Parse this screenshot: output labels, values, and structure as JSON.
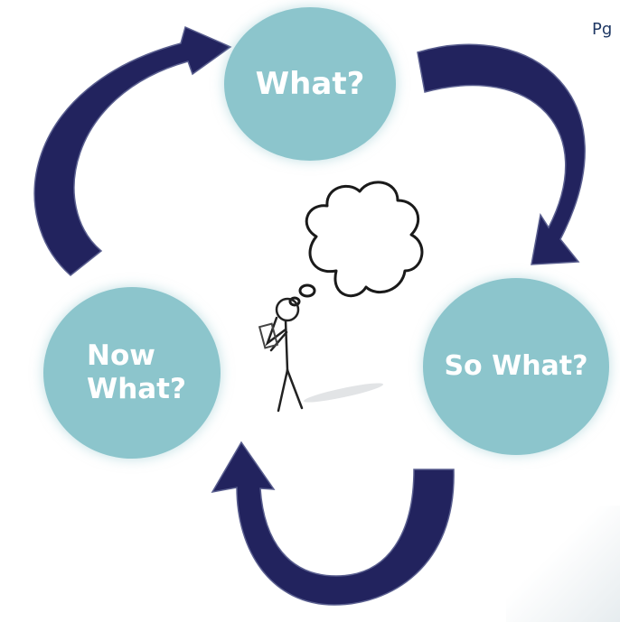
{
  "page_ref": "Pg",
  "nodes": {
    "what": {
      "label": "What?"
    },
    "so_what": {
      "label": "So What?"
    },
    "now_what": {
      "line1": "Now",
      "line2": "What?"
    }
  },
  "colors": {
    "node_fill": "#8cc5cc",
    "node_text": "#ffffff",
    "arrow_fill": "#22235e",
    "page_ref_text": "#1f3864"
  },
  "icons": [
    "cycle-arrow-icon",
    "thinking-stick-figure",
    "thought-bubble-icon"
  ]
}
